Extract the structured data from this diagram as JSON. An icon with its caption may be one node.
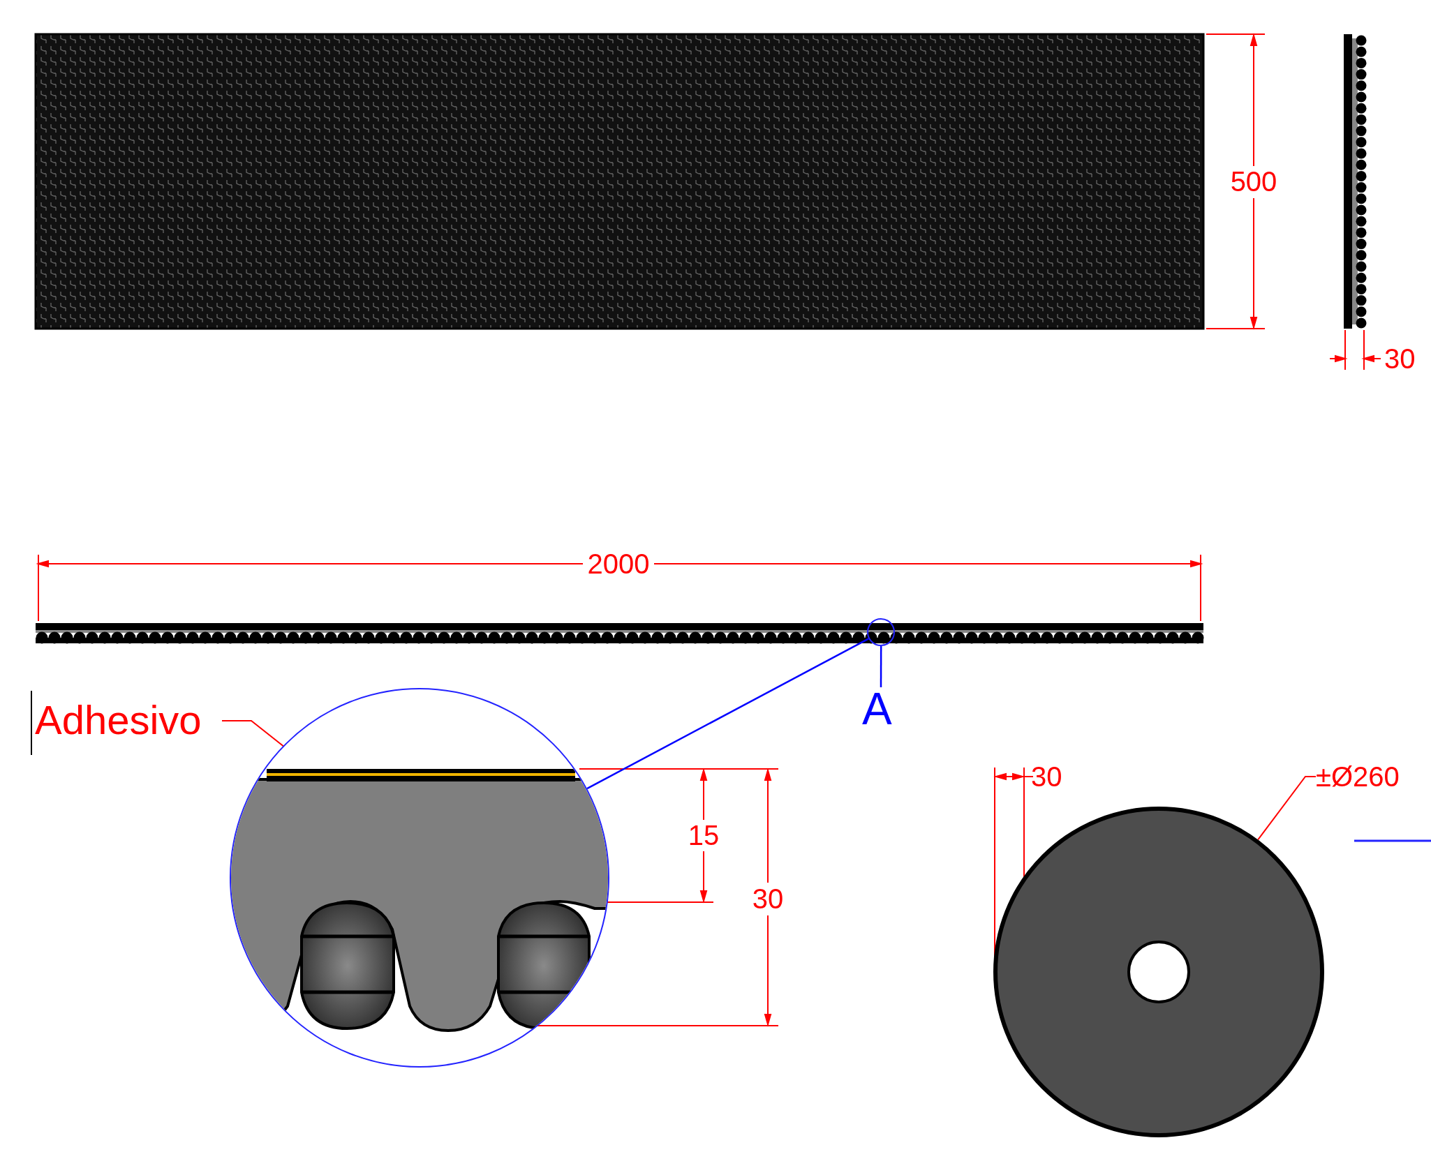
{
  "diagram": {
    "nodes": [
      {
        "text": [
          "Adhesivo"
        ]
      },
      {
        "text": [],
        "shape": "bar",
        "in": 5
      },
      {
        "text": [
          "±Ø260"
        ]
      },
      {
        "text": [],
        "shape": "circle"
      },
      {
        "text": [],
        "shape": "circle"
      },
      {
        "text": [],
        "shape": "circle"
      },
      {
        "text": [
          "A"
        ]
      }
    ],
    "edges": [
      {
        "from": 0,
        "to": 1,
        "arrow": "to",
        "color": "#ff0000"
      },
      {
        "from": 2,
        "to": 3,
        "arrow": "none",
        "color": "#ff0000"
      },
      {
        "from": 4,
        "to": 5,
        "arrow": "none",
        "color": "#0000ff"
      },
      {
        "from": 4,
        "to": 6,
        "arrow": "none",
        "color": "#0000ff"
      }
    ],
    "labels": [
      "500",
      "30",
      "2000",
      "30",
      "15",
      "30"
    ]
  }
}
